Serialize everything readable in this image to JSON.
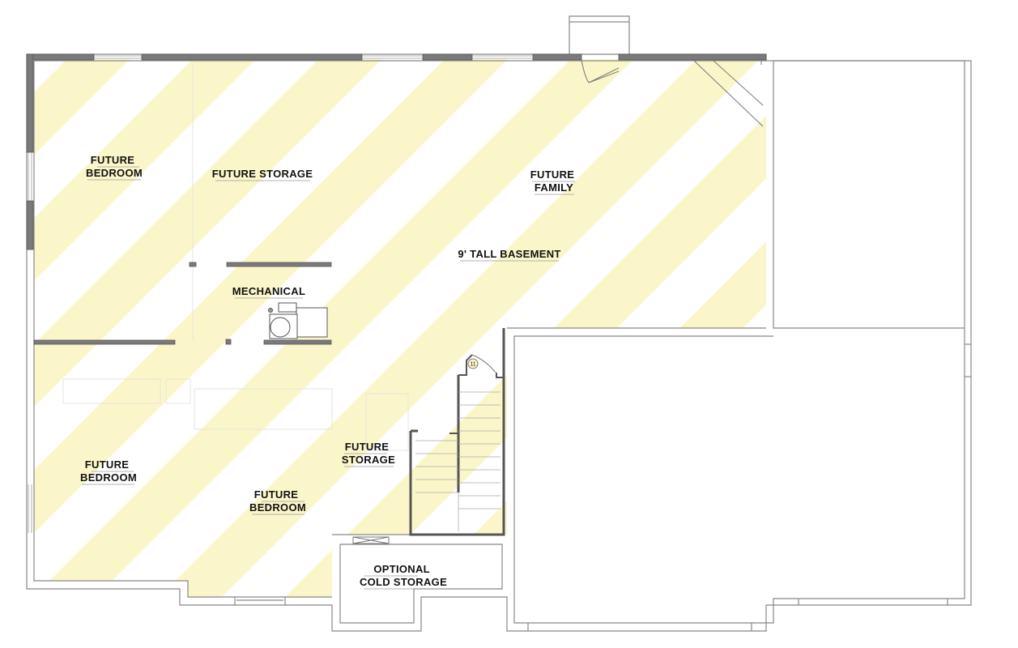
{
  "rooms": {
    "future_bedroom_nw": [
      "FUTURE",
      "BEDROOM"
    ],
    "future_storage_n": [
      "FUTURE STORAGE"
    ],
    "future_family": [
      "FUTURE",
      "FAMILY"
    ],
    "basement_note": [
      "9' TALL BASEMENT"
    ],
    "mechanical": [
      "MECHANICAL"
    ],
    "future_bedroom_sw": [
      "FUTURE",
      "BEDROOM"
    ],
    "future_bedroom_s": [
      "FUTURE",
      "BEDROOM"
    ],
    "future_storage_s": [
      "FUTURE",
      "STORAGE"
    ],
    "optional_cold_storage": [
      "OPTIONAL",
      "COLD STORAGE"
    ]
  },
  "stair_riser_count": "11",
  "colors": {
    "stripe": "#fbf6c9",
    "wall": "#7a7a7a",
    "wall_outline": "#555555",
    "line": "#888888",
    "label": "#111111"
  }
}
